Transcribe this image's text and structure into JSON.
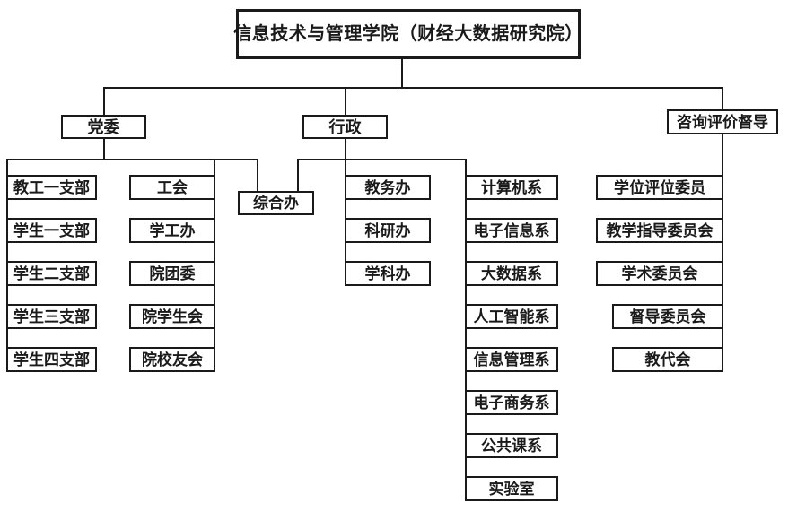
{
  "org_chart": {
    "root_label": "信息技术与管理学院（财经大数据研究院）",
    "level2": {
      "party_committee": "党委",
      "administration": "行政",
      "advisory": "咨询评价督导"
    },
    "general_office": "综合办",
    "party_branches": [
      "教工一支部",
      "学生一支部",
      "学生二支部",
      "学生三支部",
      "学生四支部"
    ],
    "party_orgs": [
      "工会",
      "学工办",
      "院团委",
      "院学生会",
      "院校友会"
    ],
    "admin_offices": [
      "教务办",
      "科研办",
      "学科办"
    ],
    "departments": [
      "计算机系",
      "电子信息系",
      "大数据系",
      "人工智能系",
      "信息管理系",
      "电子商务系",
      "公共课系",
      "实验室"
    ],
    "committees": [
      "学位评位委员",
      "教学指导委员会",
      "学术委员会",
      "督导委员会",
      "教代会"
    ],
    "line_color": "#1a1a1a",
    "background_color": "#ffffff"
  }
}
